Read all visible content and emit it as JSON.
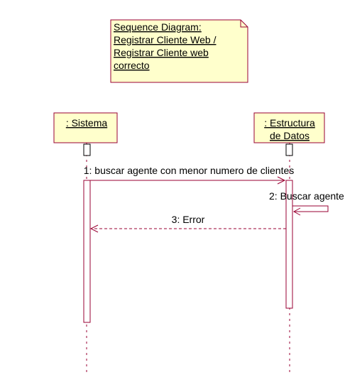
{
  "note": {
    "lines": [
      "Sequence Diagram:",
      "Registrar Cliente Web /",
      "Registrar Cliente web ",
      "correcto"
    ]
  },
  "objects": {
    "sistema": {
      "label": " : Sistema"
    },
    "estructura": {
      "line1": " : Estructura ",
      "line2": "de Datos"
    }
  },
  "messages": [
    {
      "id": "m1",
      "label": "1: buscar agente con menor numero de clientes",
      "kind": "call"
    },
    {
      "id": "m2",
      "label": "2: Buscar agente",
      "kind": "self"
    },
    {
      "id": "m3",
      "label": "3: Error",
      "kind": "return"
    }
  ],
  "colors": {
    "box_fill": "#ffffcc",
    "box_border": "#990033",
    "line": "#990033"
  }
}
